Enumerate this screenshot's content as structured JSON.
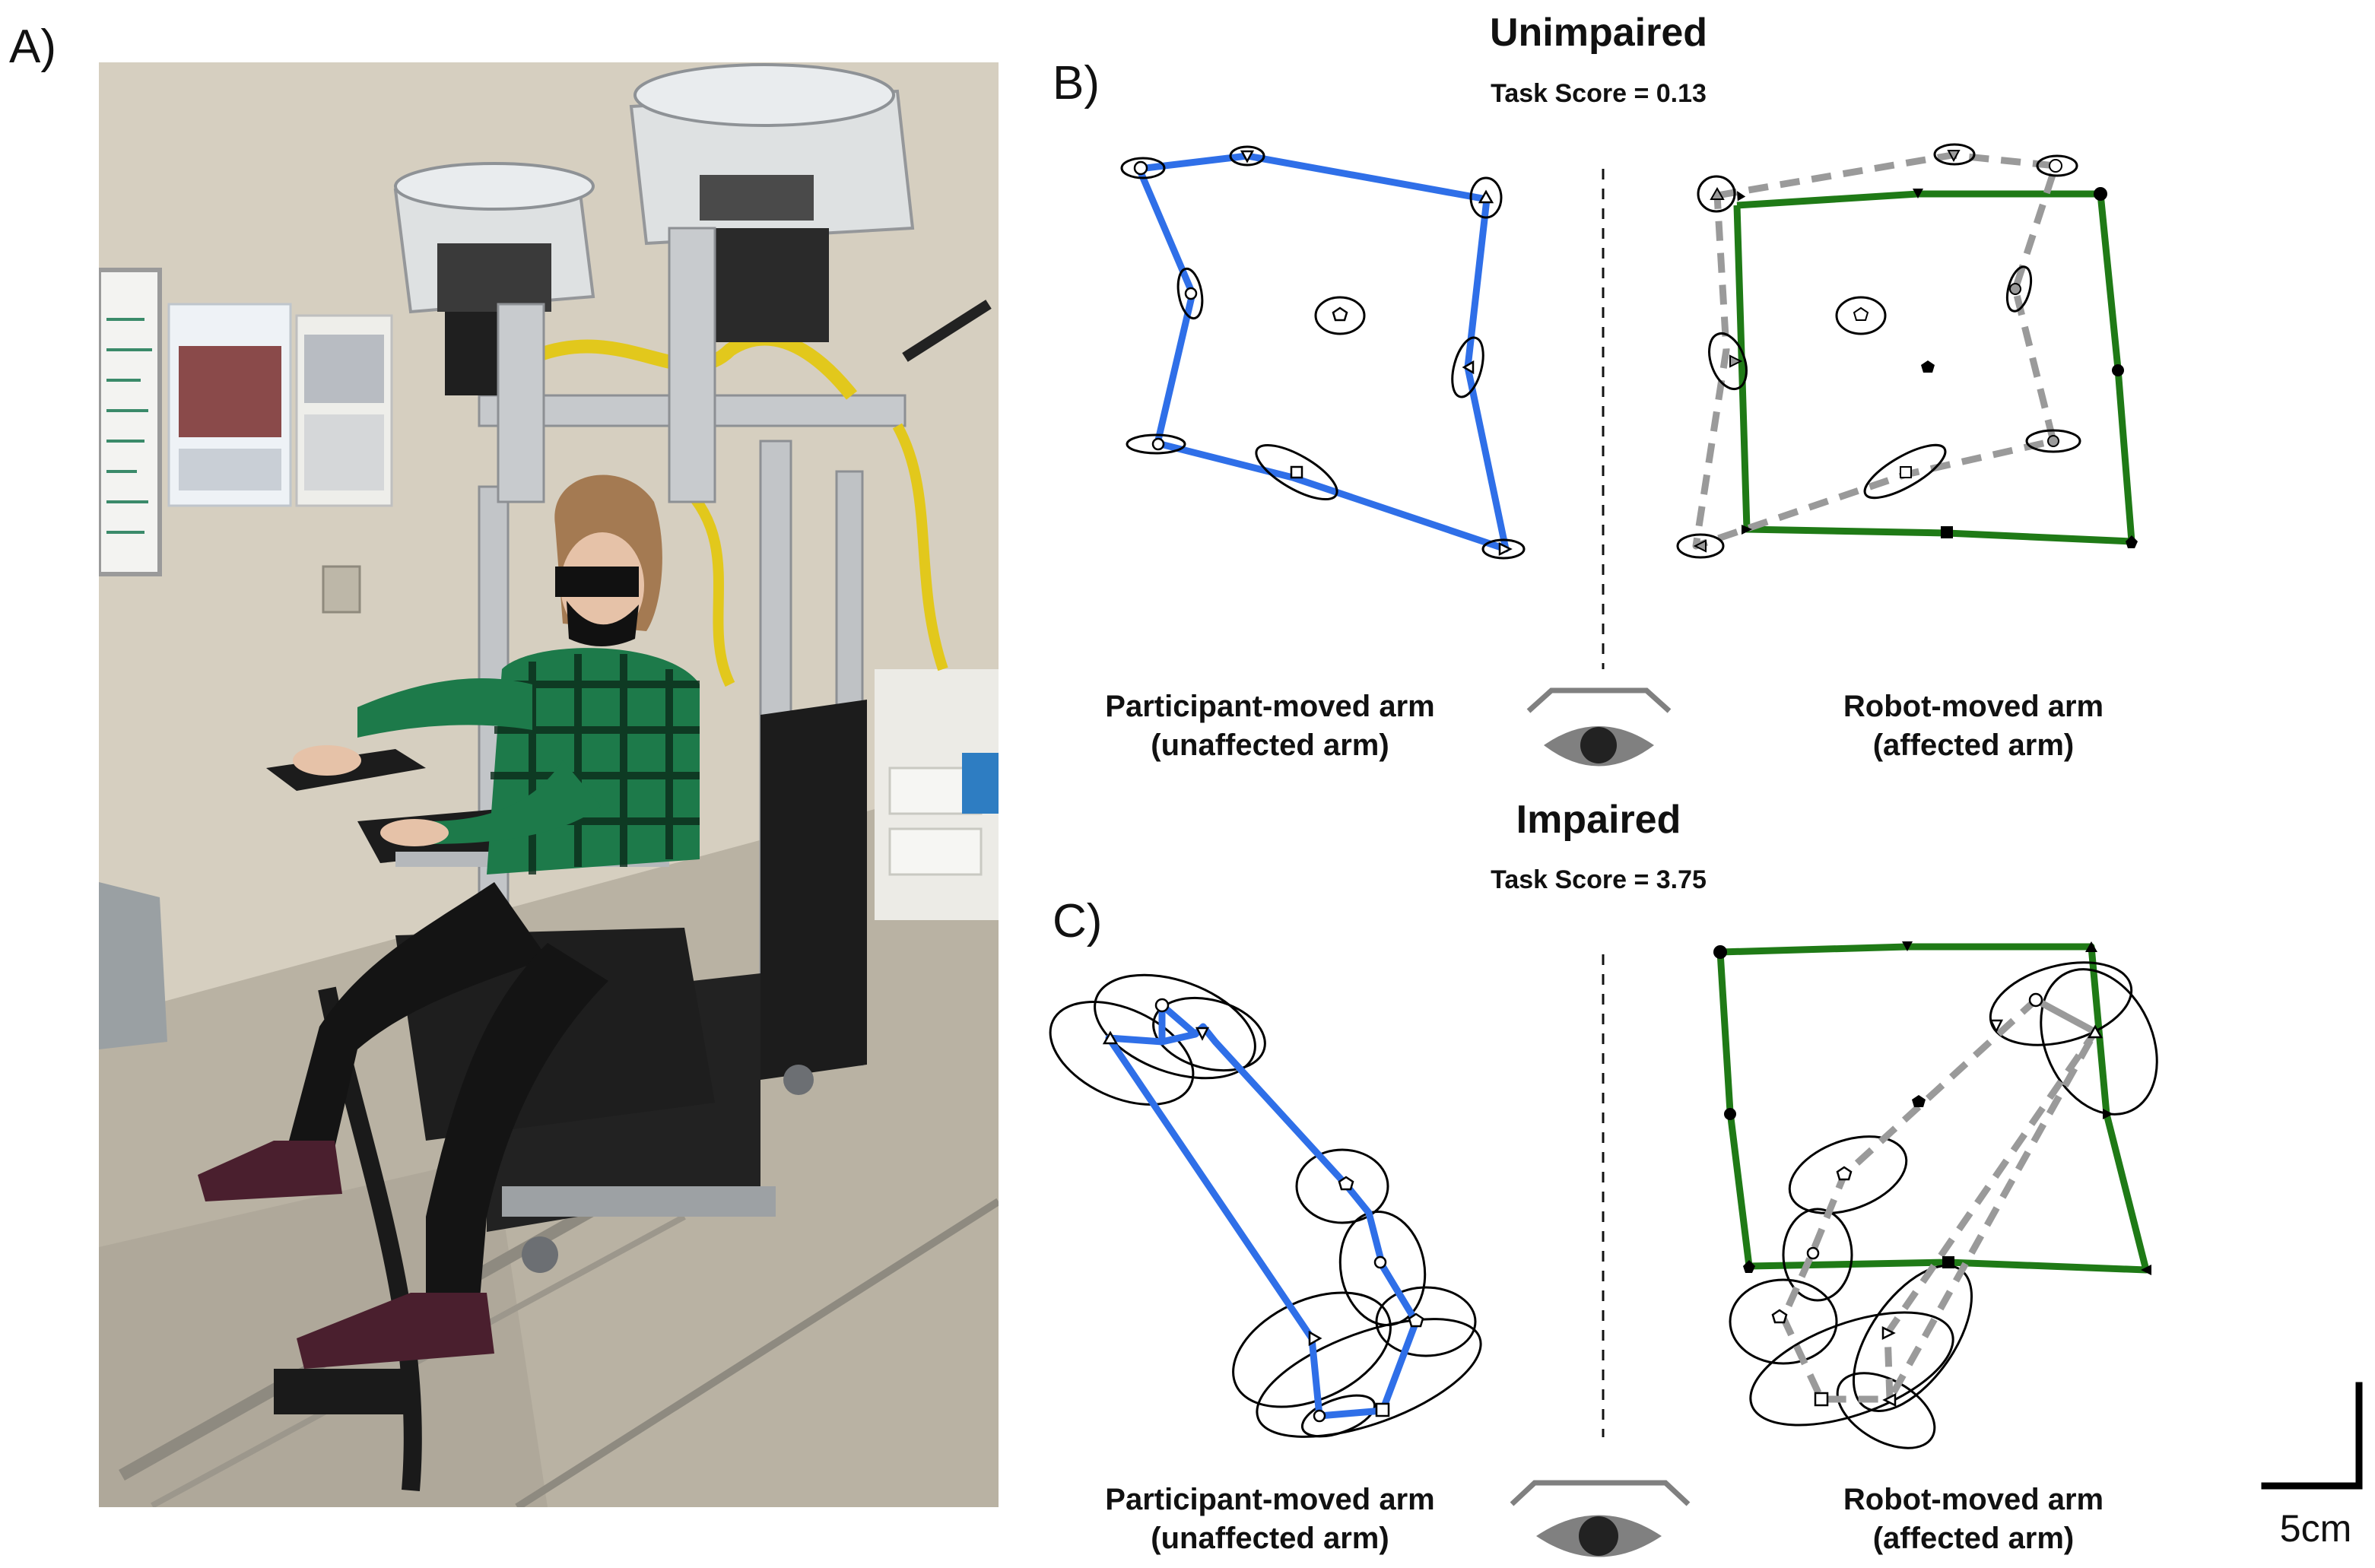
{
  "panel_labels": {
    "a": "A)",
    "b": "B)",
    "c": "C)"
  },
  "panel_b": {
    "title": "Unimpaired",
    "score": "Task Score = 0.13",
    "left_label_1": "Participant-moved arm",
    "left_label_2": "(unaffected arm)",
    "right_label_1": "Robot-moved arm",
    "right_label_2": "(affected arm)"
  },
  "panel_c": {
    "title": "Impaired",
    "score": "Task Score = 3.75",
    "left_label_1": "Participant-moved arm",
    "left_label_2": "(unaffected arm)",
    "right_label_1": "Robot-moved arm",
    "right_label_2": "(affected arm)"
  },
  "scale_bar": {
    "label": "5cm"
  },
  "colors": {
    "participant_path": "#2f6fe8",
    "robot_target": "#1f7a16",
    "mirrored_path": "#9a9a9a",
    "ellipse": "#000000",
    "eye": "#808080"
  },
  "icons": [
    "eye-icon",
    "scale-bar-icon"
  ]
}
